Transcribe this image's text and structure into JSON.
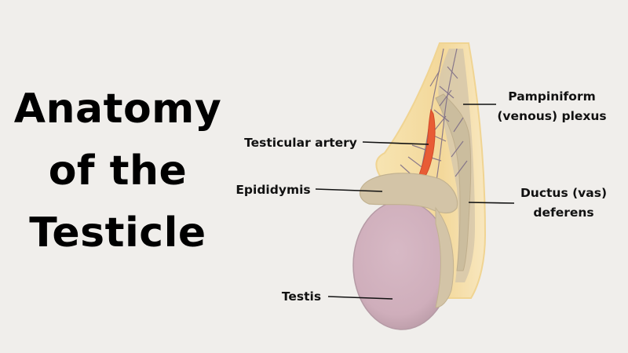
{
  "title": {
    "lines": [
      "Anatomy",
      "of the",
      "Testicle"
    ]
  },
  "labels": {
    "pampiniform_line1": "Pampiniform",
    "pampiniform_line2": "(venous) plexus",
    "testicular_artery": "Testicular artery",
    "epididymis": "Epididymis",
    "ductus_line1": "Ductus (vas)",
    "ductus_line2": "deferens",
    "testis": "Testis"
  },
  "colors": {
    "background": "#f0eeeb",
    "spermatic_cord_outer": "#f5dfa5",
    "epididymis": "#d6c8ad",
    "testis": "#d4b3bf",
    "artery": "#e85c35",
    "veins": "#7a6a86"
  }
}
